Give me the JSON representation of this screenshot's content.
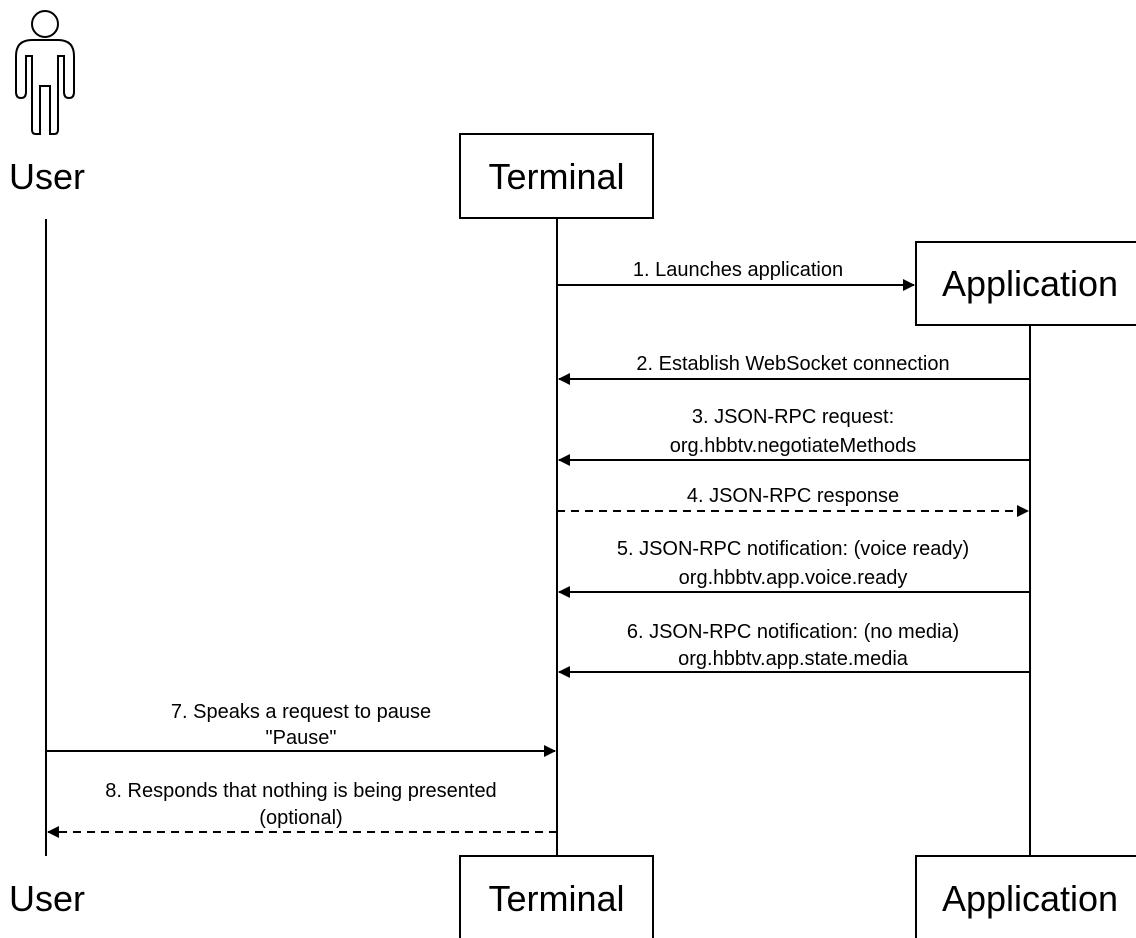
{
  "participants": {
    "user": "User",
    "terminal": "Terminal",
    "application": "Application"
  },
  "messages": [
    {
      "lines": [
        "1. Launches application"
      ],
      "style": "solid"
    },
    {
      "lines": [
        "2. Establish WebSocket connection"
      ],
      "style": "solid"
    },
    {
      "lines": [
        "3. JSON-RPC request:",
        "org.hbbtv.negotiateMethods"
      ],
      "style": "solid"
    },
    {
      "lines": [
        "4. JSON-RPC response"
      ],
      "style": "dashed"
    },
    {
      "lines": [
        "5. JSON-RPC notification: (voice ready)",
        "org.hbbtv.app.voice.ready"
      ],
      "style": "solid"
    },
    {
      "lines": [
        "6. JSON-RPC notification: (no media)",
        "org.hbbtv.app.state.media"
      ],
      "style": "solid"
    },
    {
      "lines": [
        "7. Speaks a request to pause",
        "\"Pause\""
      ],
      "style": "solid"
    },
    {
      "lines": [
        "8. Responds that nothing is being presented",
        "(optional)"
      ],
      "style": "dashed"
    }
  ]
}
